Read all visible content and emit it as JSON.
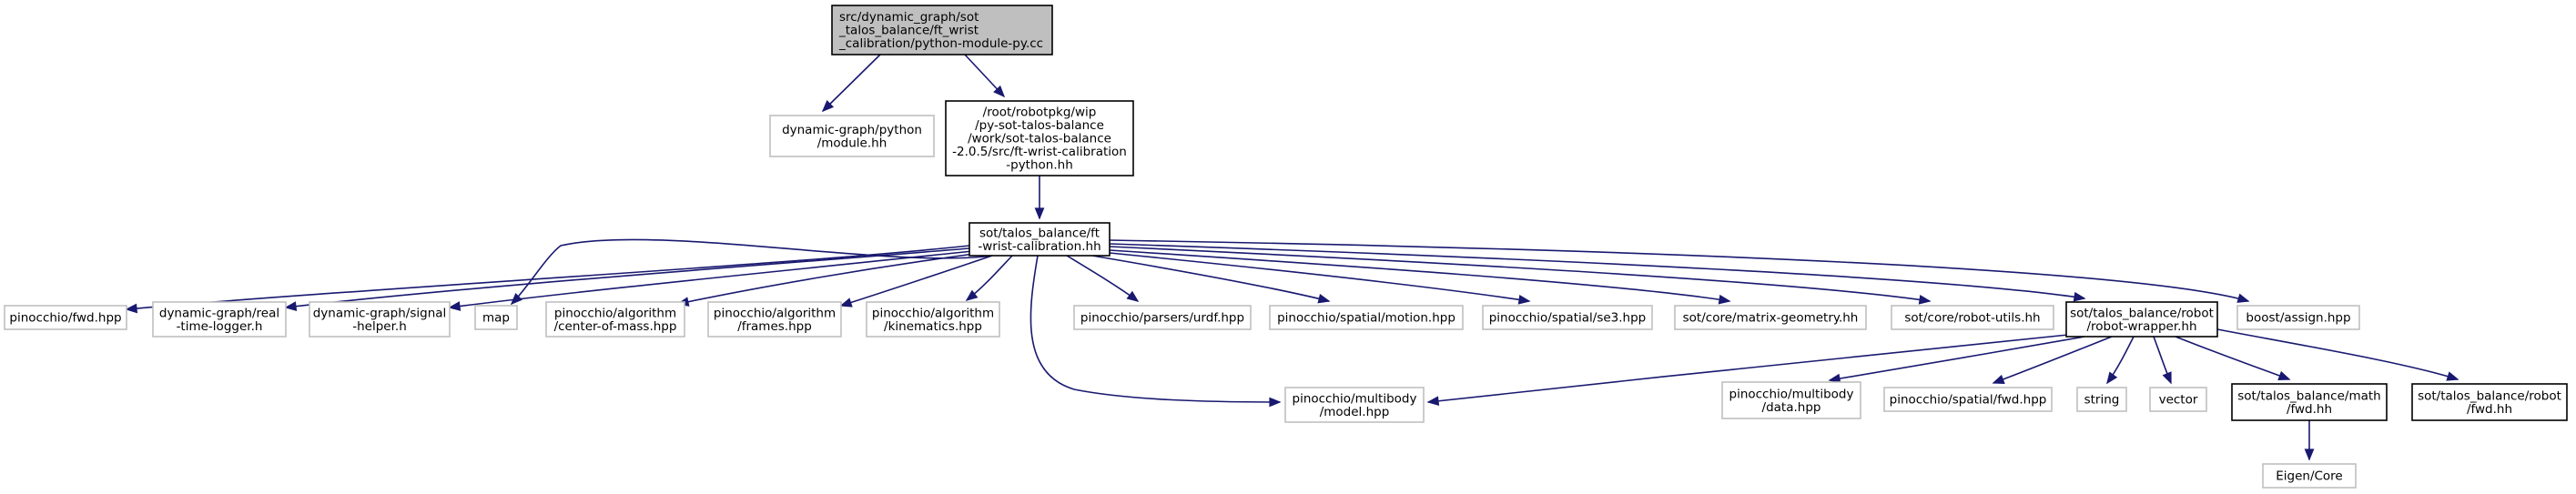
{
  "colors": {
    "edge": "#191970",
    "root_fill": "#bfbfbf",
    "root_stroke": "#000000",
    "internal_stroke": "#000000",
    "leaf_stroke": "#bfbfbf",
    "fill": "#ffffff",
    "text": "#000000"
  },
  "nodes": [
    {
      "id": "root",
      "kind": "root",
      "lines": [
        "src/dynamic_graph/sot",
        "_talos_balance/ft_wrist",
        "_calibration/python-module-py.cc"
      ]
    },
    {
      "id": "dg_python_module",
      "kind": "leaf",
      "lines": [
        "dynamic-graph/python",
        "/module.hh"
      ]
    },
    {
      "id": "python_hh",
      "kind": "internal",
      "lines": [
        "/root/robotpkg/wip",
        "/py-sot-talos-balance",
        "/work/sot-talos-balance",
        "-2.0.5/src/ft-wrist-calibration",
        "-python.hh"
      ]
    },
    {
      "id": "ft_wrist_calibration",
      "kind": "internal",
      "lines": [
        "sot/talos_balance/ft",
        "-wrist-calibration.hh"
      ]
    },
    {
      "id": "pinocchio_fwd",
      "kind": "leaf",
      "lines": [
        "pinocchio/fwd.hpp"
      ]
    },
    {
      "id": "real_time_logger",
      "kind": "leaf",
      "lines": [
        "dynamic-graph/real",
        "-time-logger.h"
      ]
    },
    {
      "id": "signal_helper",
      "kind": "leaf",
      "lines": [
        "dynamic-graph/signal",
        "-helper.h"
      ]
    },
    {
      "id": "map",
      "kind": "leaf",
      "lines": [
        "map"
      ]
    },
    {
      "id": "center_of_mass",
      "kind": "leaf",
      "lines": [
        "pinocchio/algorithm",
        "/center-of-mass.hpp"
      ]
    },
    {
      "id": "frames",
      "kind": "leaf",
      "lines": [
        "pinocchio/algorithm",
        "/frames.hpp"
      ]
    },
    {
      "id": "kinematics",
      "kind": "leaf",
      "lines": [
        "pinocchio/algorithm",
        "/kinematics.hpp"
      ]
    },
    {
      "id": "urdf",
      "kind": "leaf",
      "lines": [
        "pinocchio/parsers/urdf.hpp"
      ]
    },
    {
      "id": "motion",
      "kind": "leaf",
      "lines": [
        "pinocchio/spatial/motion.hpp"
      ]
    },
    {
      "id": "se3",
      "kind": "leaf",
      "lines": [
        "pinocchio/spatial/se3.hpp"
      ]
    },
    {
      "id": "matrix_geometry",
      "kind": "leaf",
      "lines": [
        "sot/core/matrix-geometry.hh"
      ]
    },
    {
      "id": "robot_utils",
      "kind": "leaf",
      "lines": [
        "sot/core/robot-utils.hh"
      ]
    },
    {
      "id": "robot_wrapper",
      "kind": "internal",
      "lines": [
        "sot/talos_balance/robot",
        "/robot-wrapper.hh"
      ]
    },
    {
      "id": "boost_assign",
      "kind": "leaf",
      "lines": [
        "boost/assign.hpp"
      ]
    },
    {
      "id": "model",
      "kind": "leaf",
      "lines": [
        "pinocchio/multibody",
        "/model.hpp"
      ]
    },
    {
      "id": "data",
      "kind": "leaf",
      "lines": [
        "pinocchio/multibody",
        "/data.hpp"
      ]
    },
    {
      "id": "spatial_fwd",
      "kind": "leaf",
      "lines": [
        "pinocchio/spatial/fwd.hpp"
      ]
    },
    {
      "id": "string",
      "kind": "leaf",
      "lines": [
        "string"
      ]
    },
    {
      "id": "vector",
      "kind": "leaf",
      "lines": [
        "vector"
      ]
    },
    {
      "id": "math_fwd",
      "kind": "internal",
      "lines": [
        "sot/talos_balance/math",
        "/fwd.hh"
      ]
    },
    {
      "id": "robot_fwd",
      "kind": "internal",
      "lines": [
        "sot/talos_balance/robot",
        "/fwd.hh"
      ]
    },
    {
      "id": "eigen_core",
      "kind": "leaf",
      "lines": [
        "Eigen/Core"
      ]
    }
  ],
  "edges": [
    [
      "root",
      "dg_python_module"
    ],
    [
      "root",
      "python_hh"
    ],
    [
      "python_hh",
      "ft_wrist_calibration"
    ],
    [
      "ft_wrist_calibration",
      "pinocchio_fwd"
    ],
    [
      "ft_wrist_calibration",
      "real_time_logger"
    ],
    [
      "ft_wrist_calibration",
      "signal_helper"
    ],
    [
      "ft_wrist_calibration",
      "map"
    ],
    [
      "ft_wrist_calibration",
      "center_of_mass"
    ],
    [
      "ft_wrist_calibration",
      "frames"
    ],
    [
      "ft_wrist_calibration",
      "kinematics"
    ],
    [
      "ft_wrist_calibration",
      "urdf"
    ],
    [
      "ft_wrist_calibration",
      "motion"
    ],
    [
      "ft_wrist_calibration",
      "se3"
    ],
    [
      "ft_wrist_calibration",
      "matrix_geometry"
    ],
    [
      "ft_wrist_calibration",
      "robot_utils"
    ],
    [
      "ft_wrist_calibration",
      "robot_wrapper"
    ],
    [
      "ft_wrist_calibration",
      "boost_assign"
    ],
    [
      "ft_wrist_calibration",
      "model"
    ],
    [
      "robot_wrapper",
      "model"
    ],
    [
      "robot_wrapper",
      "data"
    ],
    [
      "robot_wrapper",
      "spatial_fwd"
    ],
    [
      "robot_wrapper",
      "string"
    ],
    [
      "robot_wrapper",
      "vector"
    ],
    [
      "robot_wrapper",
      "math_fwd"
    ],
    [
      "robot_wrapper",
      "robot_fwd"
    ],
    [
      "math_fwd",
      "eigen_core"
    ]
  ]
}
